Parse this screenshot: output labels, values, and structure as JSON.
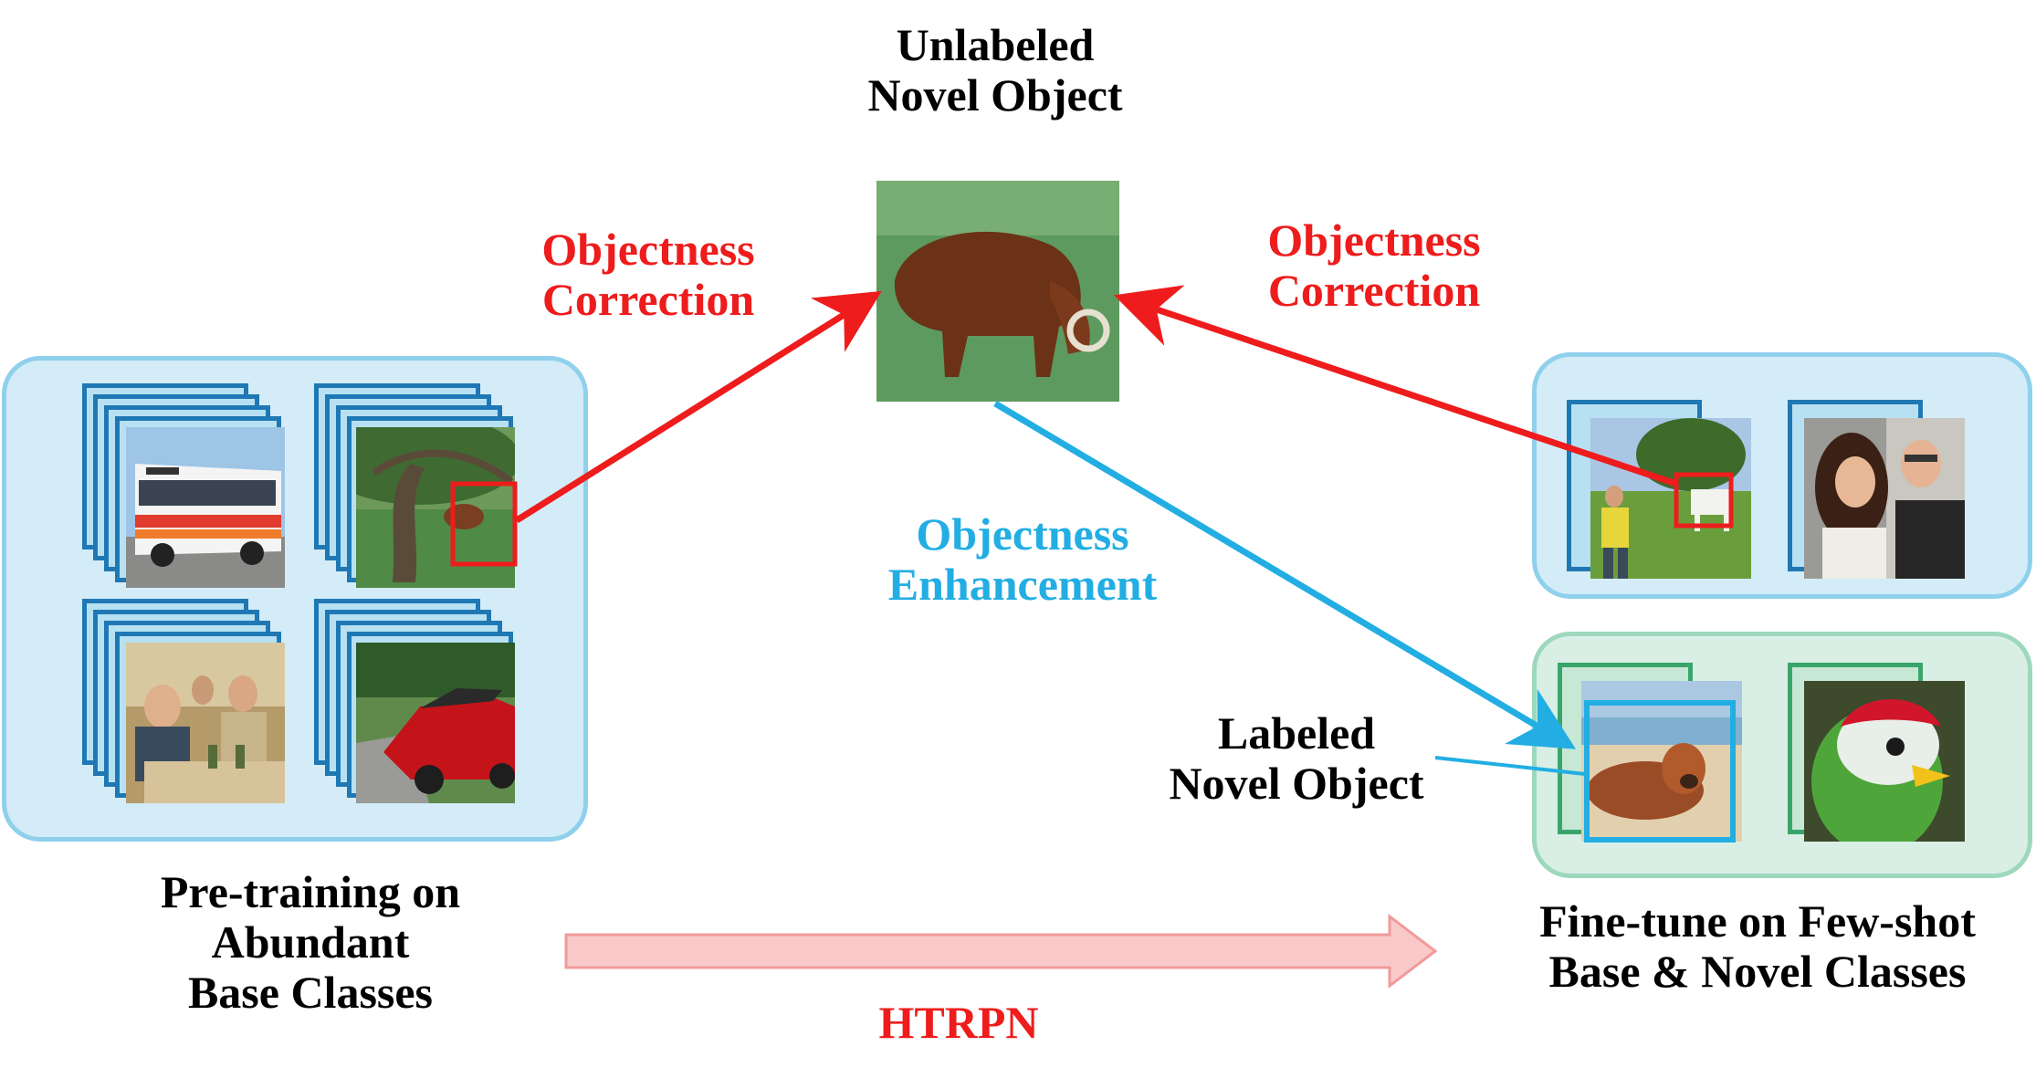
{
  "labels": {
    "unlabeled_novel": [
      "Unlabeled",
      "Novel Object"
    ],
    "correction_left": [
      "Objectness",
      "Correction"
    ],
    "correction_right": [
      "Objectness",
      "Correction"
    ],
    "enhancement": [
      "Objectness",
      "Enhancement"
    ],
    "labeled_novel": [
      "Labeled",
      "Novel Object"
    ],
    "pretraining": [
      "Pre-training on",
      "Abundant",
      "Base Classes"
    ],
    "finetune": [
      "Fine-tune on Few-shot",
      "Base & Novel Classes"
    ],
    "htrpn": "HTRPN"
  },
  "colors": {
    "red": "#ee1c1c",
    "blue": "#22aee3",
    "panel_blue_fill": "#d3ecf7",
    "panel_blue_border": "#8fd0ec",
    "panel_green_fill": "#d9efe5",
    "panel_green_border": "#9dd8bd",
    "stack_blue": "#1f78b4",
    "stack_green": "#3aa56b",
    "htrpn_arrow_fill": "#f9c9c9",
    "htrpn_arrow_border": "#f19a9a"
  },
  "images": {
    "center": "highland-cow-grazing",
    "base": [
      "bus",
      "cow-under-tree",
      "people-at-table",
      "red-car"
    ],
    "few_shot_base": [
      "man-with-cow",
      "couple-portrait"
    ],
    "few_shot_novel": [
      "cow-on-beach",
      "red-crested-bird"
    ]
  }
}
